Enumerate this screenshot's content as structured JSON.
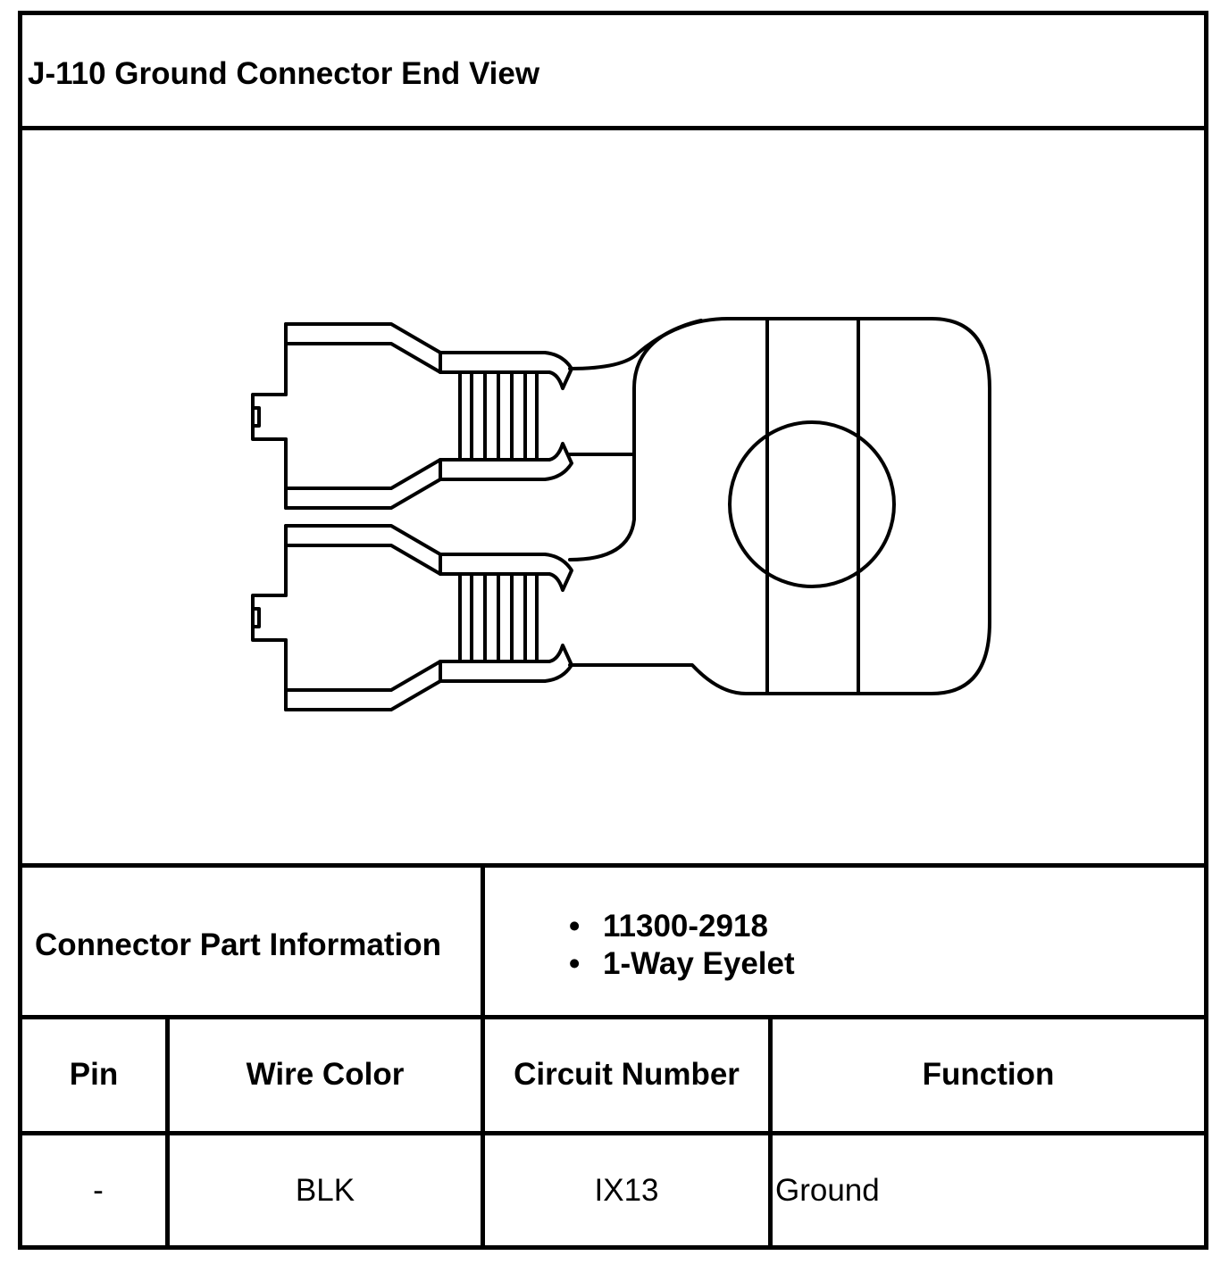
{
  "title": "J-110 Ground Connector End View",
  "connector_part_information": {
    "label": "Connector Part Information",
    "items": [
      "11300-2918",
      "1-Way Eyelet"
    ]
  },
  "table": {
    "headers": [
      "Pin",
      "Wire Color",
      "Circuit Number",
      "Function"
    ],
    "rows": [
      {
        "pin": "-",
        "wire_color": "BLK",
        "circuit_number": "IX13",
        "function": "Ground"
      }
    ]
  },
  "icons": {
    "bullet": "bullet-dot-icon"
  }
}
